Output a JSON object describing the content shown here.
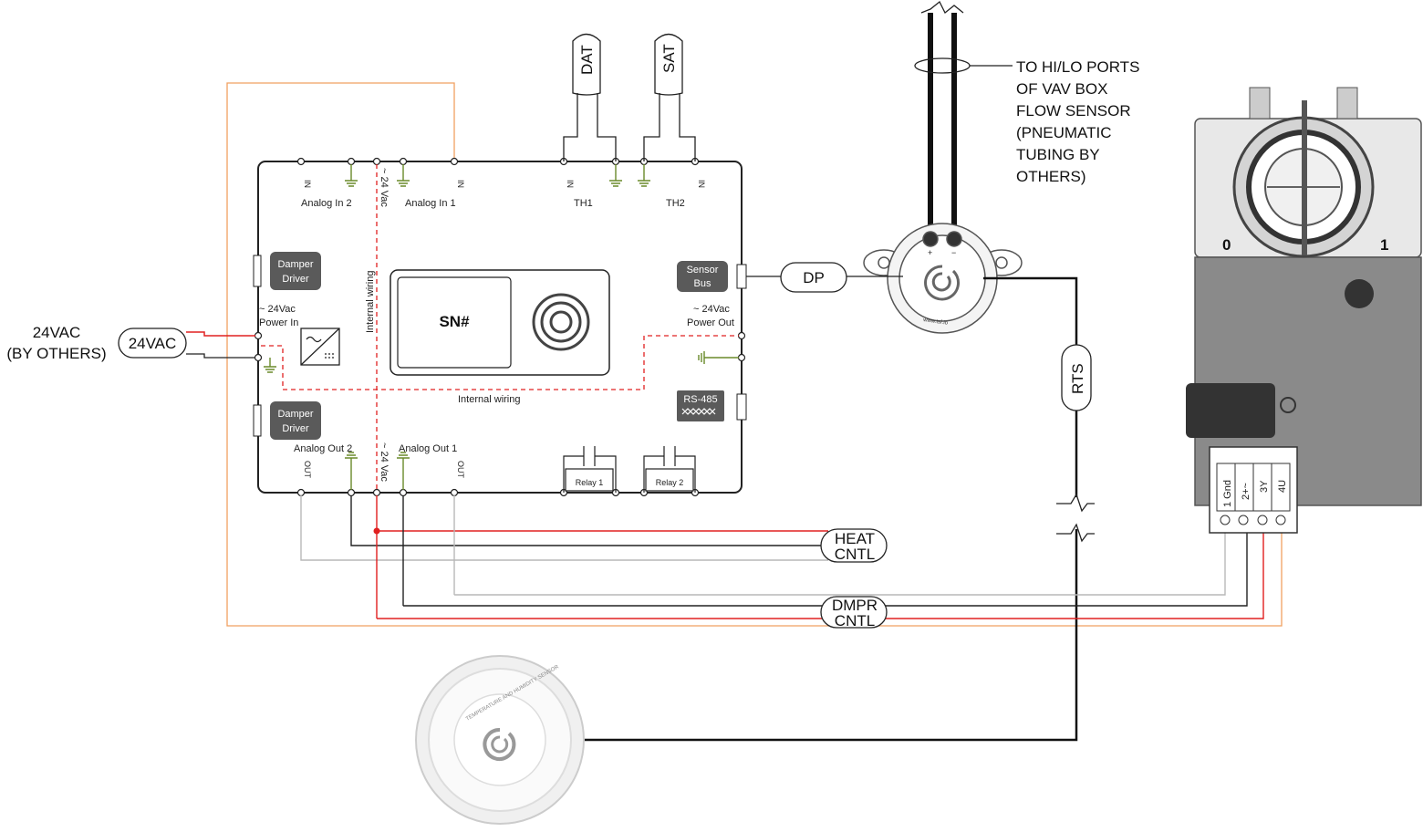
{
  "power": {
    "source_label": "24VAC",
    "source_note": "(BY OTHERS)",
    "source_oval": "24VAC"
  },
  "controller": {
    "sn_label": "SN#",
    "analog_in_2": "Analog In 2",
    "analog_in_1": "Analog In 1",
    "th1": "TH1",
    "th2": "TH2",
    "in_marker": "IN",
    "out_marker": "OUT",
    "vac_marker": "~ 24 Vac",
    "damper_driver": "Damper Driver",
    "sensor_bus": "Sensor Bus",
    "rs485": "RS-485",
    "power_in": "~ 24Vac Power In",
    "power_out": "~ 24Vac Power Out",
    "internal_wiring_v": "Internal wiring",
    "internal_wiring_h": "Internal wiring",
    "analog_out_2": "Analog Out 2",
    "analog_out_1": "Analog Out 1",
    "relay_1": "Relay 1",
    "relay_2": "Relay 2"
  },
  "sensors": {
    "dat": "DAT",
    "sat": "SAT",
    "dp": "DP",
    "rts": "RTS"
  },
  "tubing_note": [
    "TO HI/LO PORTS",
    "OF VAV BOX",
    "FLOW SENSOR",
    "(PNEUMATIC",
    "TUBING BY",
    "OTHERS)"
  ],
  "outputs": {
    "heat": "HEAT CNTL",
    "dmpr": "DMPR CNTL"
  },
  "actuator": {
    "terminals": [
      "1 Gnd",
      "2+~",
      "3Y",
      "4U"
    ],
    "scale_0": "0",
    "scale_1": "1"
  },
  "dp_sensor": {
    "plus": "+",
    "minus": "−",
    "url": "www.tsf.io"
  },
  "room_sensor": {
    "ring_text": "TEMPERATURE AND HUMIDITY SENSOR"
  },
  "colors": {
    "red": "#e02020",
    "orange": "#f0a060",
    "gray": "#b8b8b8",
    "green": "#6a8a2a",
    "dark": "#222222",
    "box_dark": "#5a5a5a"
  }
}
